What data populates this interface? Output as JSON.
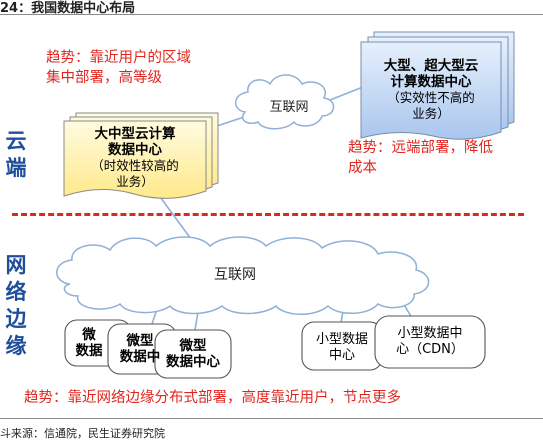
{
  "figure": {
    "title": "24：我国数据中心布局",
    "source": "斗来源：信通院，民生证券研究院"
  },
  "layers": {
    "cloud": [
      "云",
      "端"
    ],
    "edge": [
      "网",
      "络",
      "边",
      "缘"
    ]
  },
  "notes": {
    "cloud_near": [
      "趋势：靠近用户的区域",
      "集中部署，高等级"
    ],
    "cloud_far": [
      "趋势：远端部署，降低",
      "成本"
    ],
    "edge": "趋势：靠近网络边缘分布式部署，高度靠近用户，节点更多"
  },
  "clouds": {
    "top": "互联网",
    "bottom": "互联网"
  },
  "boxes": {
    "large_dc": {
      "title": [
        "大中型云计算",
        "数据中心"
      ],
      "desc": [
        "（时效性较高的",
        "业务）"
      ]
    },
    "huge_dc": {
      "title": [
        "大型、超大型云",
        "计算数据中心"
      ],
      "desc": [
        "（实效性不高的",
        "业务）"
      ]
    },
    "micro_1": [
      "微",
      "数据"
    ],
    "micro_2": [
      "微型",
      "数据中"
    ],
    "micro_3": [
      "微型",
      "数据中心"
    ],
    "small_dc": [
      "小型数据",
      "中心"
    ],
    "small_cdn": [
      "小型数据中",
      "心（CDN）"
    ]
  },
  "colors": {
    "title_blue": "#1f4e9a",
    "trend_red": "#e0271f",
    "doc_yellow": "#fff2a8",
    "doc_blue": "#b7d0f2"
  }
}
